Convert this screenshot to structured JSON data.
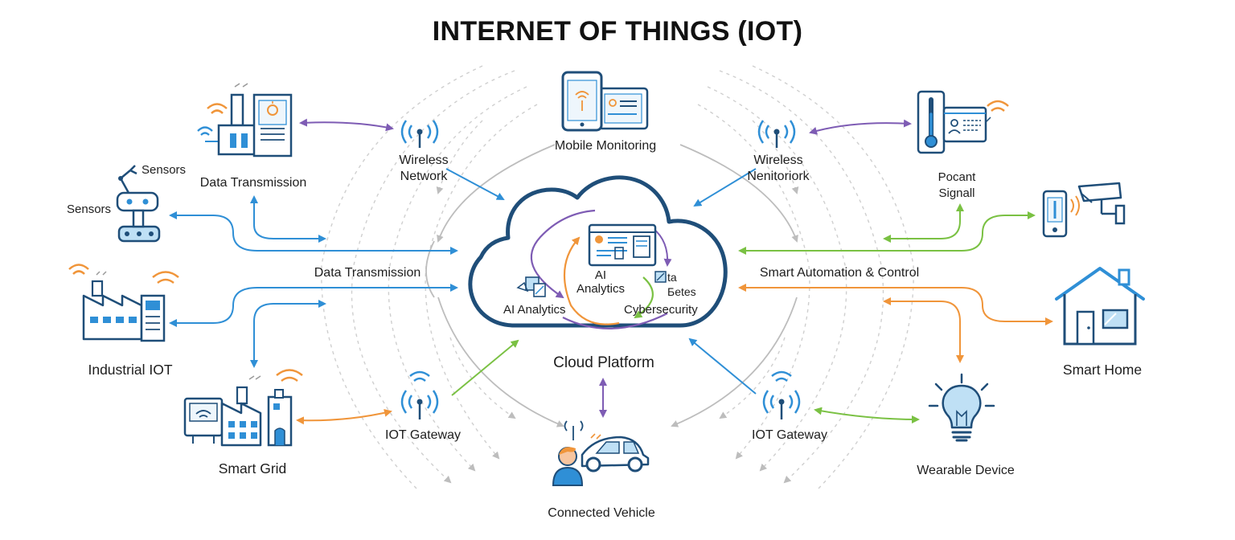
{
  "title": "INTERNET OF THINGS (IOT)",
  "colors": {
    "navy": "#1f4e79",
    "blue": "#2f8fd6",
    "orange": "#f0953a",
    "green": "#7ac143",
    "purple": "#7e5cb4",
    "grey": "#c4c4c4"
  },
  "labels": {
    "mobile_monitoring": "Mobile Monitoring",
    "wireless_network_left": "Wireless\nNetwork",
    "wireless_network_right": "Wireless\nNenitoriork",
    "data_transmission_top": "Data Transmission",
    "sensors_robot": "Sensors",
    "sensors_left": "Sensors",
    "data_transmission_mid": "Data Transmission",
    "industrial_iot": "Industrial IOT",
    "smart_grid": "Smart Grid",
    "iot_gateway_left": "IOT Gateway",
    "iot_gateway_right": "IOT Gateway",
    "connected_vehicle": "Connected Vehicle",
    "cloud_platform": "Cloud Platform",
    "smart_automation": "Smart Automation & Control",
    "pocant_signall": "Pocant\nSignall",
    "smart_home": "Smart Home",
    "wearable_device": "Wearable Device"
  },
  "cloud": {
    "ai_analytics_left": "AI Analytics",
    "ai_analytics_center": "AI\nAnalytics",
    "data_betes": "ta\nБetes",
    "cybersecurity": "Cybersecurity"
  }
}
